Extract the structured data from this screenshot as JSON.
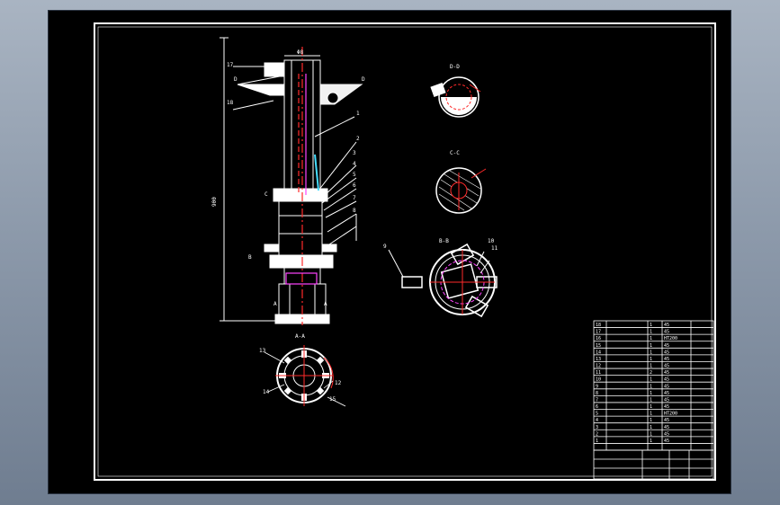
{
  "colors": {
    "background": "#000000",
    "outer_bg": "#8d9aab",
    "line": "#ffffff",
    "accent_red": "#ff2a2a",
    "accent_magenta": "#ff44ff",
    "accent_cyan": "#44ddff"
  },
  "section_labels": {
    "dd": "D-D",
    "cc": "C-C",
    "bb": "B-B",
    "aa": "A-A"
  },
  "view_marks": {
    "d_left": "D",
    "d_right": "D",
    "c": "C",
    "b": "B",
    "a_left": "A",
    "a_right": "A"
  },
  "dimensions": {
    "top_width": "Φ8",
    "overall_height": "900"
  },
  "leaders": {
    "left": [
      "17",
      "18"
    ],
    "right": [
      "1",
      "2",
      "3",
      "4",
      "5",
      "6",
      "7",
      "8"
    ],
    "bb": [
      "9",
      "10",
      "11"
    ],
    "aa": [
      "13",
      "14",
      "12",
      "15"
    ]
  },
  "parts_table": {
    "rows": [
      [
        "18",
        "",
        "1",
        "45",
        ""
      ],
      [
        "17",
        "",
        "1",
        "45",
        ""
      ],
      [
        "16",
        "",
        "1",
        "HT200",
        ""
      ],
      [
        "15",
        "",
        "1",
        "45",
        ""
      ],
      [
        "14",
        "",
        "1",
        "45",
        ""
      ],
      [
        "13",
        "",
        "1",
        "45",
        ""
      ],
      [
        "12",
        "",
        "1",
        "45",
        ""
      ],
      [
        "11",
        "",
        "2",
        "45",
        ""
      ],
      [
        "10",
        "",
        "1",
        "45",
        ""
      ],
      [
        "9",
        "",
        "1",
        "45",
        ""
      ],
      [
        "8",
        "",
        "1",
        "45",
        ""
      ],
      [
        "7",
        "",
        "1",
        "45",
        ""
      ],
      [
        "6",
        "",
        "1",
        "45",
        ""
      ],
      [
        "5",
        "",
        "1",
        "HT200",
        ""
      ],
      [
        "4",
        "",
        "1",
        "45",
        ""
      ],
      [
        "3",
        "",
        "1",
        "45",
        ""
      ],
      [
        "2",
        "",
        "1",
        "45",
        ""
      ],
      [
        "1",
        "",
        "1",
        "45",
        ""
      ]
    ],
    "header": [
      "",
      "",
      "",
      "",
      ""
    ]
  },
  "title_block": {
    "title": "",
    "drawing_no": "",
    "scale": ""
  }
}
